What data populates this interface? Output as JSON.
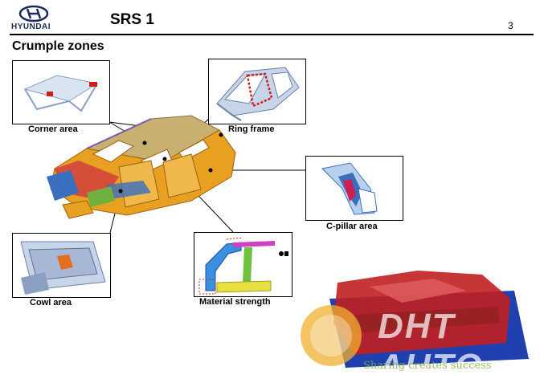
{
  "header": {
    "brand": "HYUNDAI",
    "title": "SRS 1",
    "page_number": "3"
  },
  "section_title": "Crumple zones",
  "callouts": {
    "corner_area": "Corner area",
    "ring_frame": "Ring frame",
    "c_pillar_area": "C-pillar area",
    "cowl_area": "Cowl area",
    "material_strength": "Material strength"
  },
  "watermark": {
    "brand": "DHT AUTO",
    "slogan": "Sharing creates success"
  },
  "colors": {
    "body_orange": "#e8a020",
    "roof_tan": "#c8b070",
    "ring_red": "#cc2020",
    "steel_blue": "#3a6fc0",
    "rule_black": "#000000",
    "watermark_green": "#7ab040"
  }
}
